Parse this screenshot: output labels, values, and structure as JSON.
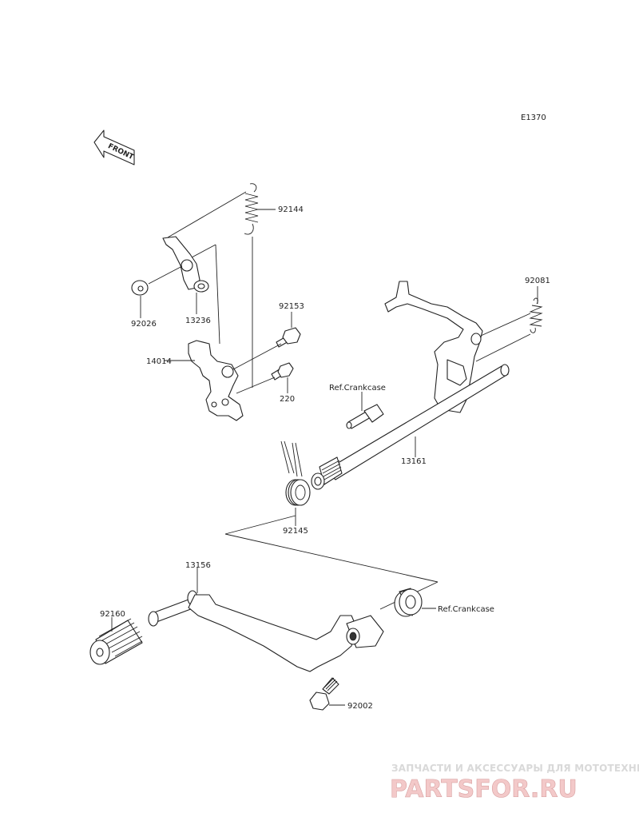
{
  "diagram_code": "E1370",
  "front_arrow_label": "FRONT",
  "labels": {
    "p92144": "92144",
    "p92026": "92026",
    "p13236": "13236",
    "p92153": "92153",
    "p14014": "14014",
    "p220": "220",
    "p92081": "92081",
    "ref_crankcase_1": "Ref.Crankcase",
    "p13161": "13161",
    "p92145": "92145",
    "p13156": "13156",
    "p92160": "92160",
    "ref_crankcase_2": "Ref.Crankcase",
    "p92002": "92002"
  },
  "watermark": {
    "tagline": "ЗАПЧАСТИ И АКСЕССУАРЫ ДЛЯ МОТОТЕХНИКИ",
    "logo": "PARTSFOR.RU"
  }
}
